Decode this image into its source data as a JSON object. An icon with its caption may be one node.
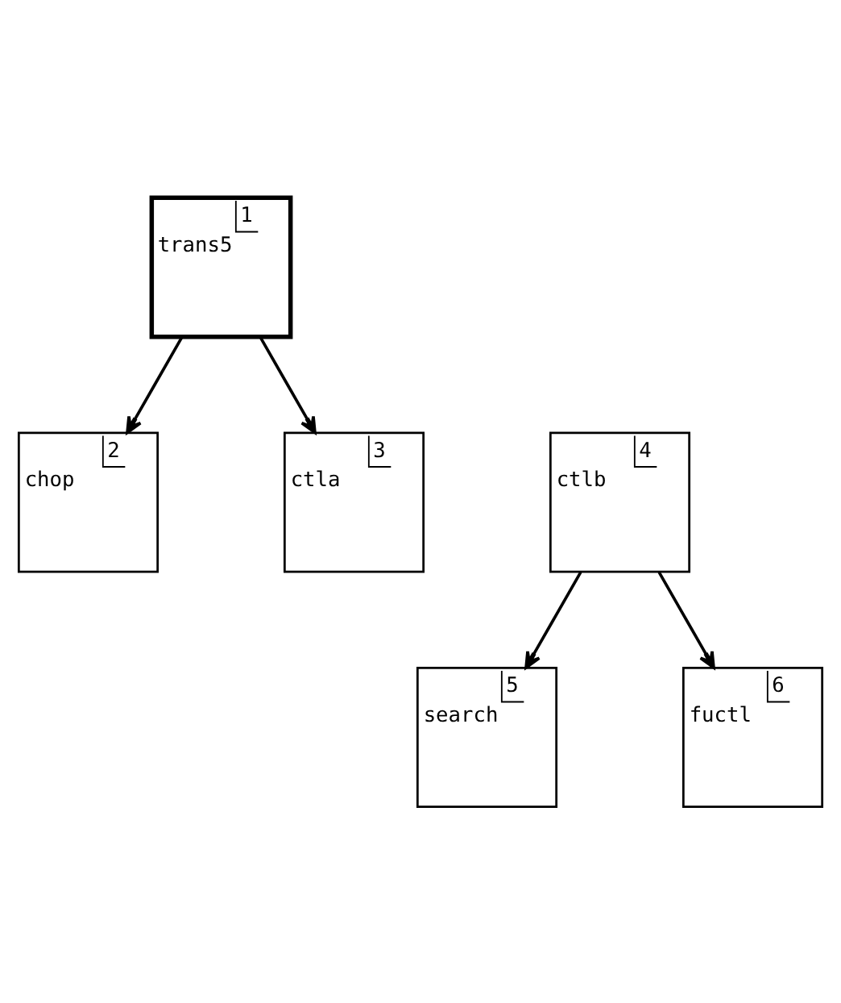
{
  "diagram": {
    "nodes": [
      {
        "text": [
          "1",
          "trans5"
        ]
      },
      {
        "text": [
          "2",
          "chop"
        ]
      },
      {
        "text": [
          "3",
          "ctla"
        ]
      },
      {
        "text": [
          "4",
          "ctlb"
        ]
      },
      {
        "text": [
          "5",
          "search"
        ]
      },
      {
        "text": [
          "6",
          "fuctl"
        ]
      }
    ],
    "edges": [
      {
        "from": 0,
        "to": 1,
        "arrow": "to"
      },
      {
        "from": 0,
        "to": 2,
        "arrow": "to"
      },
      {
        "from": 3,
        "to": 4,
        "arrow": "to"
      },
      {
        "from": 3,
        "to": 5,
        "arrow": "to"
      }
    ]
  }
}
